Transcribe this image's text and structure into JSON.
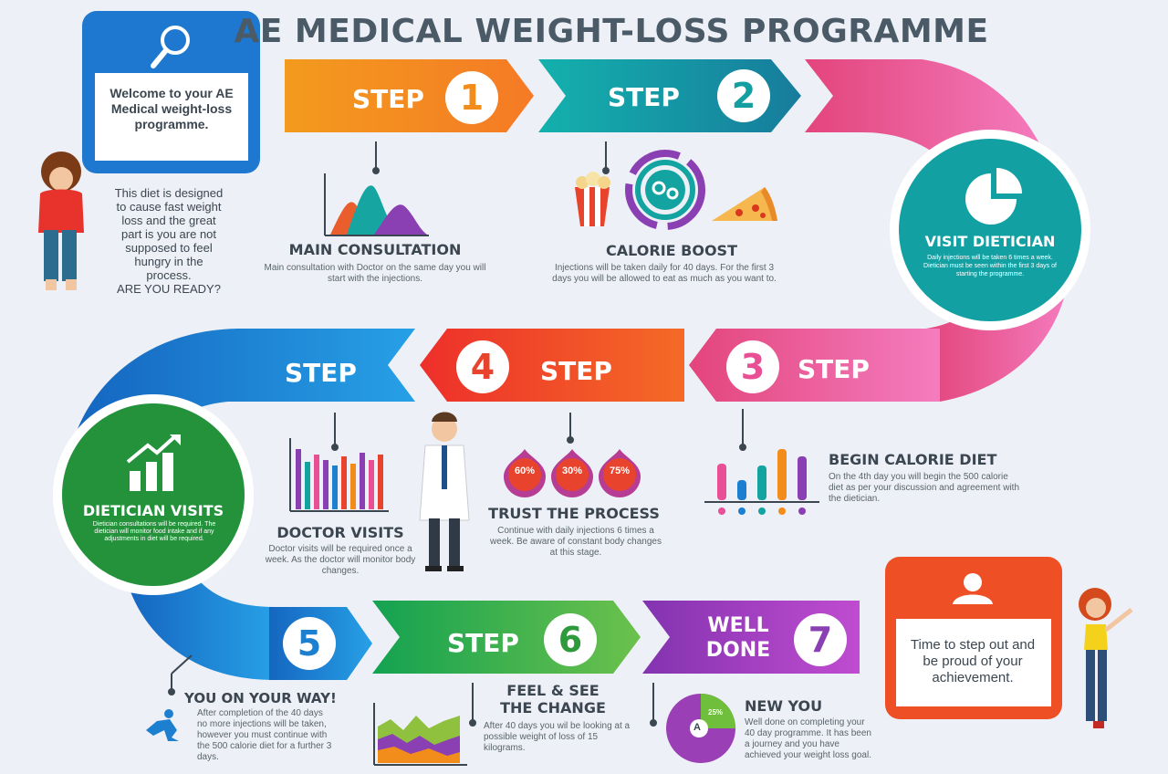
{
  "title": "AE MEDICAL WEIGHT-LOSS PROGRAMME",
  "welcome": {
    "text": "Welcome to your AE Medical weight-loss programme."
  },
  "intro": {
    "lines": [
      "This diet is designed",
      "to cause fast weight",
      "loss and the great",
      "part is you are not",
      "supposed to feel",
      "hungry in the",
      "process.",
      "ARE YOU READY?"
    ]
  },
  "steps": {
    "s1": {
      "label": "STEP",
      "num": "1"
    },
    "s2": {
      "label": "STEP",
      "num": "2"
    },
    "s3": {
      "label": "STEP",
      "num": "3"
    },
    "s4": {
      "label": "STEP",
      "num": "4"
    },
    "s4b": {
      "label": "STEP"
    },
    "s5": {
      "num": "5"
    },
    "s6": {
      "label": "STEP",
      "num": "6"
    },
    "s7": {
      "label_line1": "WELL",
      "label_line2": "DONE",
      "num": "7"
    }
  },
  "main_consultation": {
    "heading": "MAIN CONSULTATION",
    "text": "Main consultation with Doctor on the same day you will start with the injections."
  },
  "calorie_boost": {
    "heading": "CALORIE BOOST",
    "text": "Injections will be taken daily for 40 days. For the first 3 days you will be allowed to eat as much as you want to."
  },
  "visit_dietician": {
    "heading": "VISIT DIETICIAN",
    "text": "Daily injections will be taken 6 times a week. Dietician must be seen within the first 3 days of starting the programme."
  },
  "begin_calorie_diet": {
    "heading": "BEGIN CALORIE DIET",
    "text": "On the 4th day you will begin the 500 calorie diet as per your discussion and agreement with the dietician."
  },
  "trust_process": {
    "heading": "TRUST THE PROCESS",
    "text": "Continue with daily injections 6 times a week. Be aware of constant body changes at this stage.",
    "drops": [
      "60%",
      "30%",
      "75%"
    ]
  },
  "doctor_visits": {
    "heading": "DOCTOR VISITS",
    "text": "Doctor visits will be required once a week. As the doctor will monitor body changes."
  },
  "dietician_visits": {
    "heading": "DIETICIAN VISITS",
    "text": "Dietician consultations will be required. The dietician will monitor food intake and if any adjustments in diet will be required."
  },
  "on_your_way": {
    "heading": "YOU ON YOUR WAY!",
    "text": "After completion of the 40 days no more injections will be taken, however you must continue with the 500 calorie diet for a further 3 days."
  },
  "feel_see": {
    "heading_line1": "FEEL & SEE",
    "heading_line2": "THE CHANGE",
    "text": "After 40 days you wil be looking at a possible weight of loss of 15 kilograms."
  },
  "new_you": {
    "heading": "NEW YOU",
    "text": "Well done on completing your 40 day programme. It has been a journey and you have achieved your weight loss goal.",
    "pie_label": "25%",
    "pie_letter": "A"
  },
  "achievement": {
    "text": "Time to step out and be proud of your achievement."
  },
  "colors": {
    "orange": "#f28c1b",
    "teal": "#139ea1",
    "pink": "#e84f95",
    "red": "#e8432c",
    "blue": "#1d7fd0",
    "green": "#2f9a3c",
    "purple": "#8a3fb3"
  }
}
